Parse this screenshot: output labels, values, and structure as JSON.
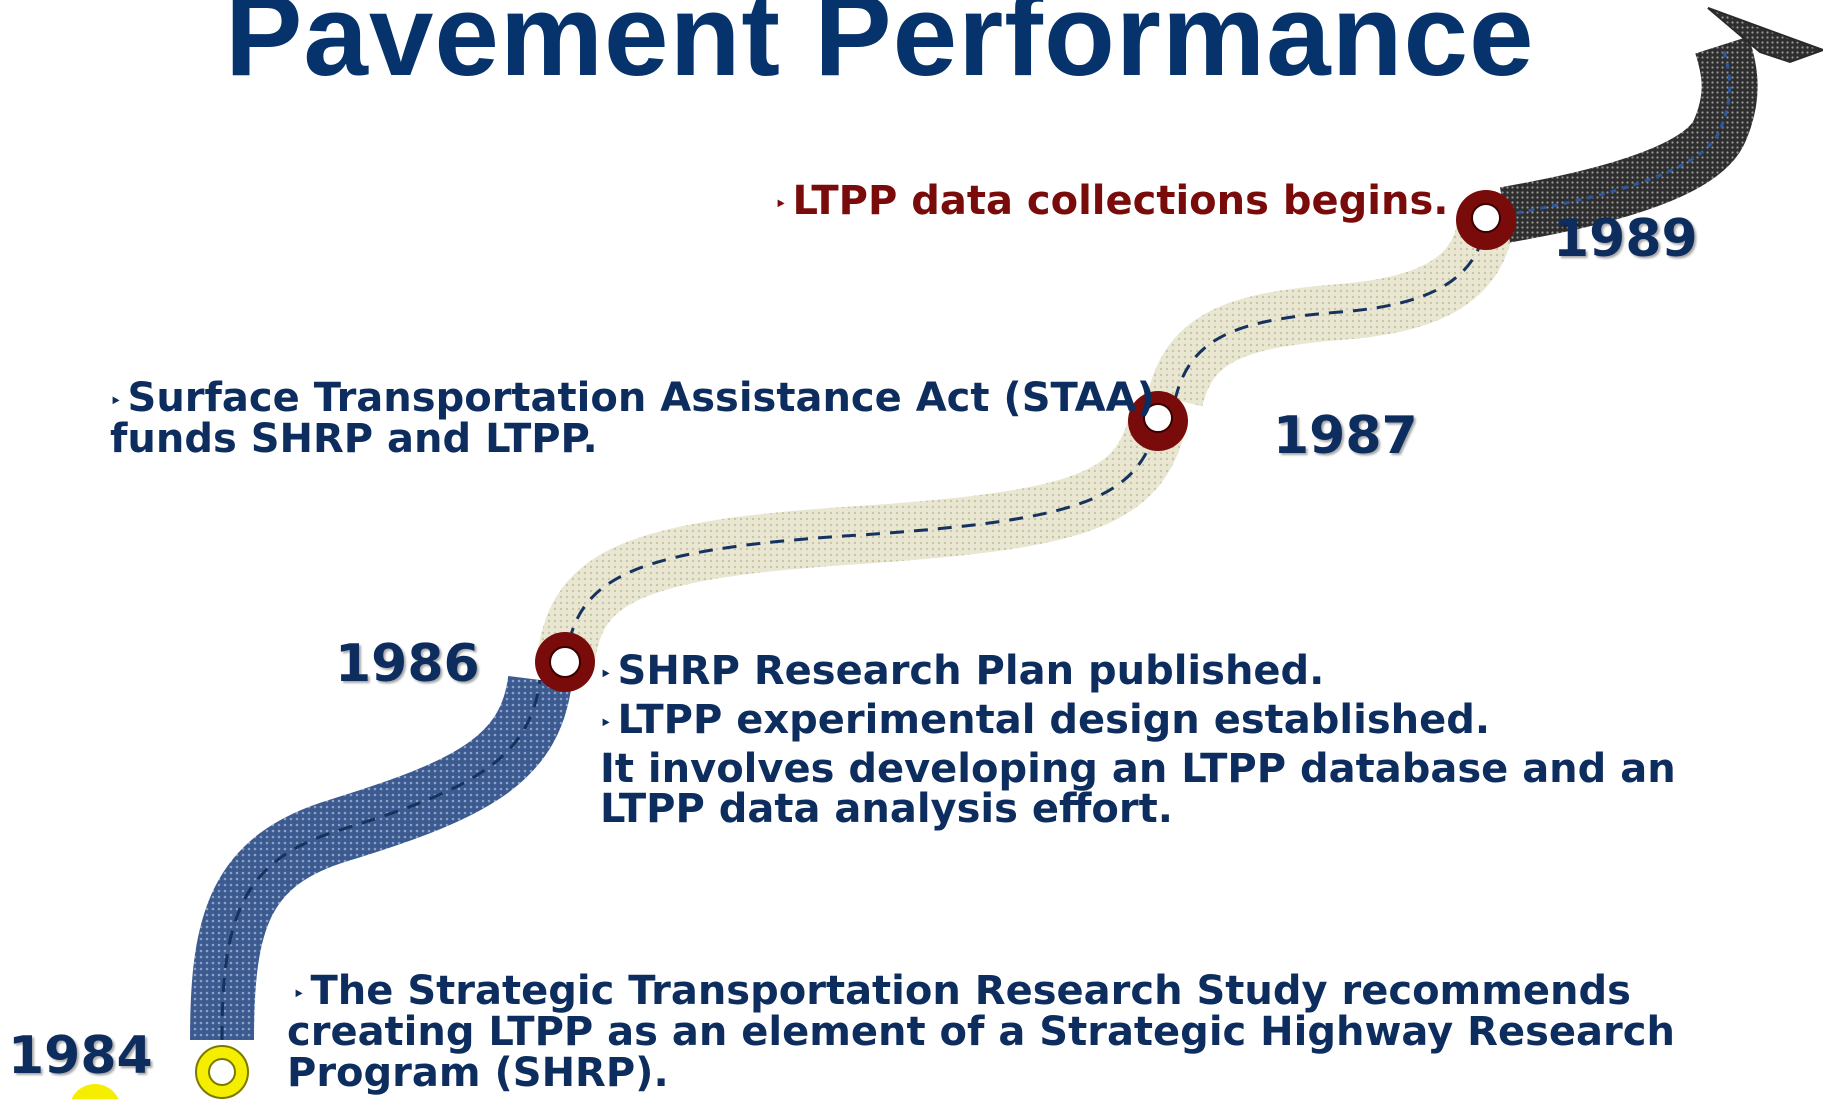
{
  "title": "Pavement Performance",
  "years": {
    "y1984": "1984",
    "y1986": "1986",
    "y1987": "1987",
    "y1989": "1989"
  },
  "events": {
    "e1984": {
      "bullet": "‣",
      "text": "The Strategic Transportation Research Study recommends",
      "line2": "creating LTPP as an element of a Strategic Highway Research",
      "line3": "Program (SHRP)."
    },
    "e1986": {
      "item1_bullet": "‣",
      "item1": "SHRP Research Plan published.",
      "item2_bullet": "‣",
      "item2": "LTPP experimental design established.",
      "item3": "It involves developing an LTPP database and an",
      "item3_line2": "LTPP data analysis effort."
    },
    "e1987": {
      "bullet": "‣",
      "text": "Surface Transportation Assistance Act (STAA)",
      "line2": "funds SHRP and  LTPP."
    },
    "e1989": {
      "bullet": "‣",
      "text": "LTPP data collections begins."
    }
  },
  "colors": {
    "navy": "#0d2d5e",
    "title_navy": "#06336b",
    "dark_red": "#7a0b0b",
    "road_blue": "#3c5a8f",
    "road_beige": "#e9e6d2",
    "road_dark": "#3a3a3a",
    "marker_yellow": "#f5ee00",
    "marker_red": "#7a0b0b"
  }
}
